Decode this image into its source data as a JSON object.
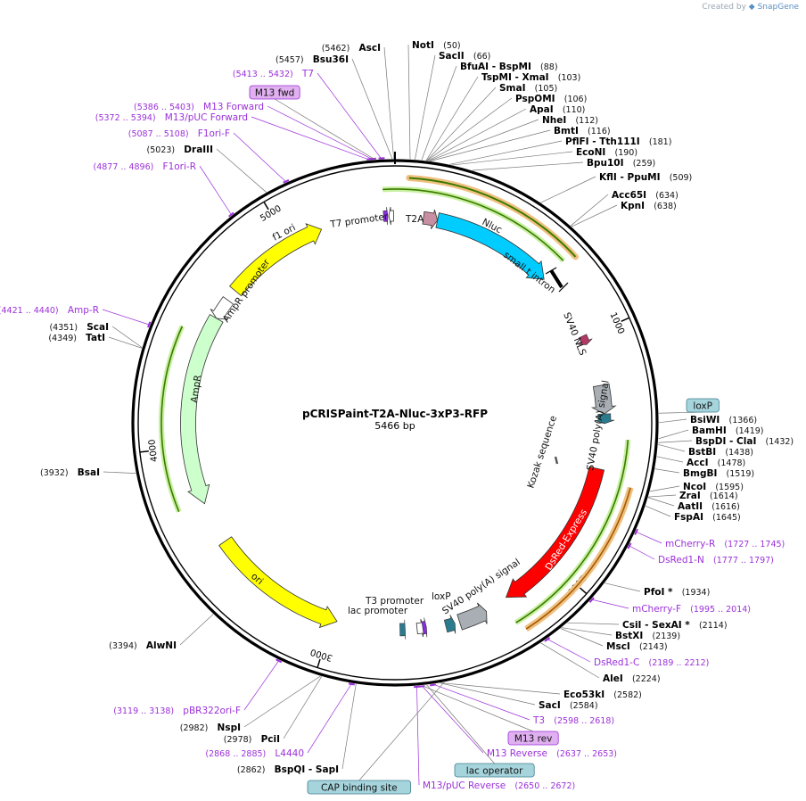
{
  "credit": {
    "prefix": "Created by",
    "brand": "SnapGene"
  },
  "plasmid": {
    "name": "pCRISPaint-T2A-Nluc-3xP3-RFP",
    "size": "5466 bp"
  },
  "ticks": [
    {
      "bp": 1000,
      "label": "1000"
    },
    {
      "bp": 2000,
      "label": "2000"
    },
    {
      "bp": 3000,
      "label": "3000"
    },
    {
      "bp": 4000,
      "label": "4000"
    },
    {
      "bp": 5000,
      "label": "5000"
    }
  ],
  "sites_right": [
    {
      "name": "NotI",
      "pos": "(50)",
      "bp": 50
    },
    {
      "name": "SacII",
      "pos": "(66)",
      "bp": 66
    },
    {
      "name": "BfuAI  - BspMI",
      "pos": "(88)",
      "bp": 88
    },
    {
      "name": "TspMI  - XmaI",
      "pos": "(103)",
      "bp": 103
    },
    {
      "name": "SmaI",
      "pos": "(105)",
      "bp": 105
    },
    {
      "name": "PspOMI",
      "pos": "(106)",
      "bp": 106
    },
    {
      "name": "ApaI",
      "pos": "(110)",
      "bp": 110
    },
    {
      "name": "NheI",
      "pos": "(112)",
      "bp": 112
    },
    {
      "name": "BmtI",
      "pos": "(116)",
      "bp": 116
    },
    {
      "name": "PflFI  - Tth111I",
      "pos": "(181)",
      "bp": 181
    },
    {
      "name": "EcoNI",
      "pos": "(190)",
      "bp": 190
    },
    {
      "name": "Bpu10I",
      "pos": "(259)",
      "bp": 259
    },
    {
      "name": "KflI  - PpuMI",
      "pos": "(509)",
      "bp": 509
    },
    {
      "name": "Acc65I",
      "pos": "(634)",
      "bp": 634
    },
    {
      "name": "KpnI",
      "pos": "(638)",
      "bp": 638
    },
    {
      "name": "BsiWI",
      "pos": "(1366)",
      "bp": 1366
    },
    {
      "name": "BamHI",
      "pos": "(1419)",
      "bp": 1419
    },
    {
      "name": "BspDI  - ClaI",
      "pos": "(1432)",
      "bp": 1432
    },
    {
      "name": "BstBI",
      "pos": "(1438)",
      "bp": 1438
    },
    {
      "name": "AccI",
      "pos": "(1478)",
      "bp": 1478
    },
    {
      "name": "BmgBI",
      "pos": "(1519)",
      "bp": 1519
    },
    {
      "name": "NcoI",
      "pos": "(1595)",
      "bp": 1595
    },
    {
      "name": "ZraI",
      "pos": "(1614)",
      "bp": 1614
    },
    {
      "name": "AatII",
      "pos": "(1616)",
      "bp": 1616
    },
    {
      "name": "FspAI",
      "pos": "(1645)",
      "bp": 1645
    },
    {
      "name": "PfoI *",
      "pos": "(1934)",
      "bp": 1934
    },
    {
      "name": "CsiI  - SexAI *",
      "pos": "(2114)",
      "bp": 2114
    },
    {
      "name": "BstXI",
      "pos": "(2139)",
      "bp": 2139
    },
    {
      "name": "MscI",
      "pos": "(2143)",
      "bp": 2143
    },
    {
      "name": "AleI",
      "pos": "(2224)",
      "bp": 2224
    },
    {
      "name": "Eco53kI",
      "pos": "(2582)",
      "bp": 2582
    },
    {
      "name": "SacI",
      "pos": "(2584)",
      "bp": 2584
    }
  ],
  "sites_left": [
    {
      "name": "AscI",
      "pos": "(5462)",
      "bp": 5462
    },
    {
      "name": "Bsu36I",
      "pos": "(5457)",
      "bp": 5457
    },
    {
      "name": "DraIII",
      "pos": "(5023)",
      "bp": 5023
    },
    {
      "name": "ScaI",
      "pos": "(4351)",
      "bp": 4351
    },
    {
      "name": "TatI",
      "pos": "(4349)",
      "bp": 4349
    },
    {
      "name": "BsaI",
      "pos": "(3932)",
      "bp": 3932
    },
    {
      "name": "AlwNI",
      "pos": "(3394)",
      "bp": 3394
    },
    {
      "name": "NspI",
      "pos": "(2982)",
      "bp": 2982
    },
    {
      "name": "PciI",
      "pos": "(2978)",
      "bp": 2978
    },
    {
      "name": "BspQI  - SapI",
      "pos": "(2862)",
      "bp": 2862
    }
  ],
  "primers": [
    {
      "name": "T7",
      "pos": "(5413 .. 5432)",
      "bp": 5422
    },
    {
      "name": "M13 Forward",
      "pos": "(5386 .. 5403)",
      "bp": 5394
    },
    {
      "name": "M13/pUC Forward",
      "pos": "(5372 .. 5394)",
      "bp": 5383
    },
    {
      "name": "F1ori-F",
      "pos": "(5087 .. 5108)",
      "bp": 5097
    },
    {
      "name": "F1ori-R",
      "pos": "(4877 .. 4896)",
      "bp": 4886
    },
    {
      "name": "Amp-R",
      "pos": "(4421 .. 4440)",
      "bp": 4430
    },
    {
      "name": "mCherry-R",
      "pos": "(1727 .. 1745)",
      "bp": 1736
    },
    {
      "name": "DsRed1-N",
      "pos": "(1777 .. 1797)",
      "bp": 1787
    },
    {
      "name": "mCherry-F",
      "pos": "(1995 .. 2014)",
      "bp": 2004
    },
    {
      "name": "DsRed1-C",
      "pos": "(2189 .. 2212)",
      "bp": 2200
    },
    {
      "name": "T3",
      "pos": "(2598 .. 2618)",
      "bp": 2608
    },
    {
      "name": "M13 Reverse",
      "pos": "(2637 .. 2653)",
      "bp": 2645
    },
    {
      "name": "M13/pUC Reverse",
      "pos": "(2650 .. 2672)",
      "bp": 2661
    },
    {
      "name": "L4440",
      "pos": "(2868 .. 2885)",
      "bp": 2876
    },
    {
      "name": "pBR322ori-F",
      "pos": "(3119 .. 3138)",
      "bp": 3128
    }
  ],
  "boxed_labels": [
    {
      "name": "M13 fwd",
      "fill": "#e0b0f0",
      "stroke": "#9b30d9",
      "bp": 5400
    },
    {
      "name": "loxP",
      "fill": "#a6d4dc",
      "stroke": "#3f7f8f",
      "bp": 1335
    },
    {
      "name": "M13 rev",
      "fill": "#e0b0f0",
      "stroke": "#9b30d9",
      "bp": 2645
    },
    {
      "name": "lac operator",
      "fill": "#a6d4dc",
      "stroke": "#3f7f8f",
      "bp": 2628
    },
    {
      "name": "CAP binding site",
      "fill": "#a6d4dc",
      "stroke": "#3f7f8f",
      "bp": 2570
    }
  ],
  "features": [
    {
      "name": "T7 promoter"
    },
    {
      "name": "T2A"
    },
    {
      "name": "Nluc"
    },
    {
      "name": "small t intron"
    },
    {
      "name": "SV40 NLS"
    },
    {
      "name": "SV40 poly(A) signal"
    },
    {
      "name": "Kozak sequence"
    },
    {
      "name": "DsRed-Express"
    },
    {
      "name": "SV40 poly(A) signal"
    },
    {
      "name": "loxP"
    },
    {
      "name": "T3 promoter"
    },
    {
      "name": "lac promoter"
    },
    {
      "name": "ori"
    },
    {
      "name": "AmpR"
    },
    {
      "name": "AmpR promoter"
    },
    {
      "name": "f1 ori"
    }
  ],
  "colors": {
    "backbone": "#000000",
    "primer": "#9b30d9",
    "f1ori": "#ffff00",
    "ori": "#ffff00",
    "ampR": "#ccffcc",
    "nluc": "#00ccff",
    "dsred": "#ff0000",
    "polyA": "#a8aeb3",
    "loxP": "#2b7b8e",
    "t2a": "#c88ea1",
    "nls": "#b03a63",
    "orf_line": "#55aa00",
    "orf_glow": "#f0c080"
  }
}
